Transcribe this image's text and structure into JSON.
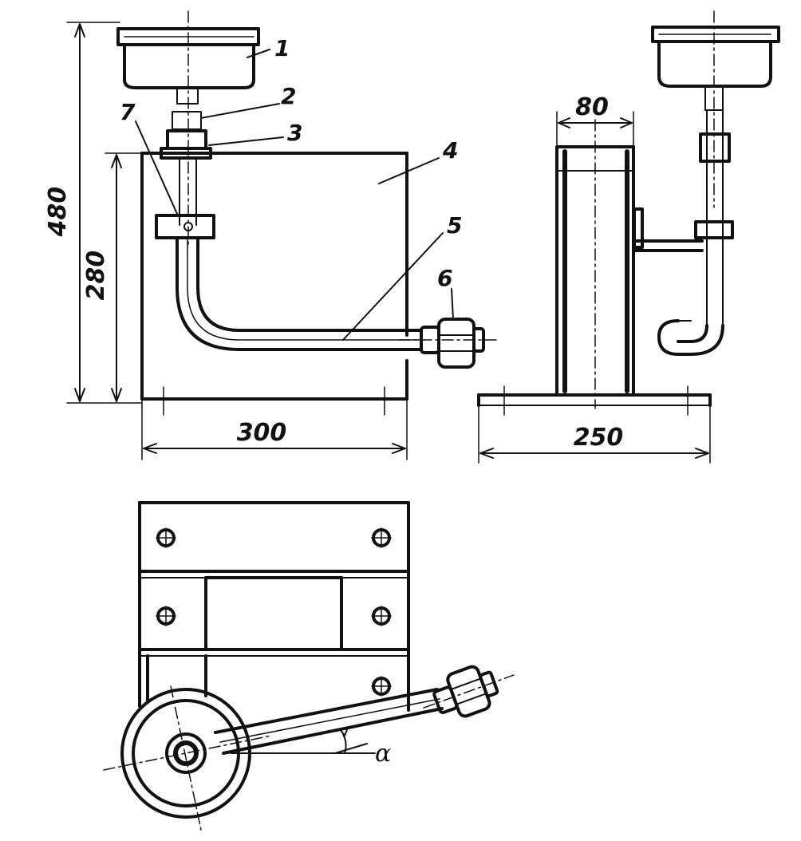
{
  "drawing": {
    "colors": {
      "ink": "#111111",
      "paper": "#ffffff"
    },
    "dimensions": {
      "total_height": "480",
      "body_height": "280",
      "body_width": "300",
      "side_width": "80",
      "base_length": "250"
    },
    "callouts": [
      "1",
      "2",
      "3",
      "4",
      "5",
      "6",
      "7"
    ],
    "angle_label": "α"
  }
}
